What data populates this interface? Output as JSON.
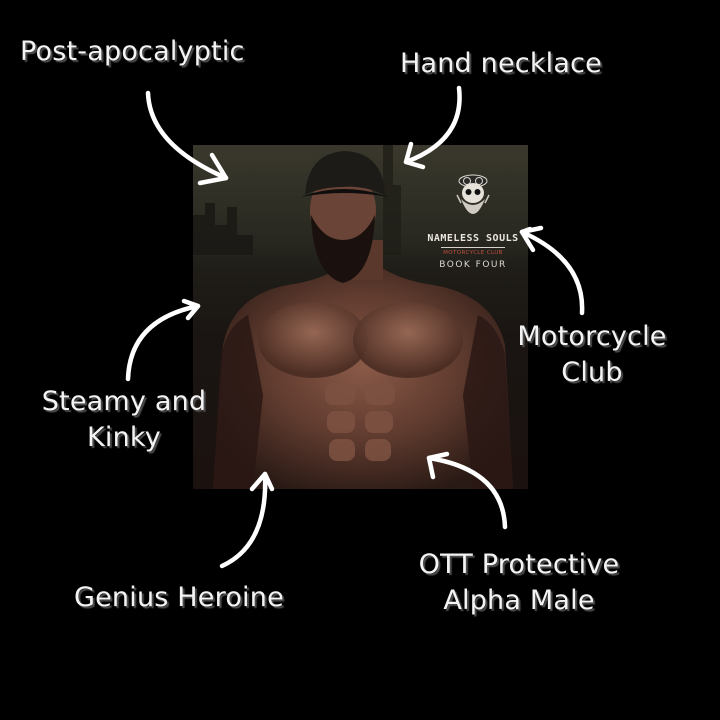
{
  "cover": {
    "series_title": "NAMELESS SOULS",
    "series_subtitle": "MOTORCYCLE CLUB",
    "book_number": "BOOK FOUR",
    "logo_icon": "bearded-skull-with-goggles-icon"
  },
  "labels": {
    "post_apocalyptic": "Post-apocalyptic",
    "hand_necklace": "Hand necklace",
    "motorcycle_club_line1": "Motorcycle",
    "motorcycle_club_line2": "Club",
    "steamy_line1": "Steamy and",
    "steamy_line2": "Kinky",
    "genius_heroine": "Genius Heroine",
    "alpha_line1": "OTT Protective",
    "alpha_line2": "Alpha Male"
  },
  "colors": {
    "background": "#000000",
    "text": "#f4f4f4",
    "arrow": "#ffffff",
    "subtitle_accent": "#c0503c"
  }
}
